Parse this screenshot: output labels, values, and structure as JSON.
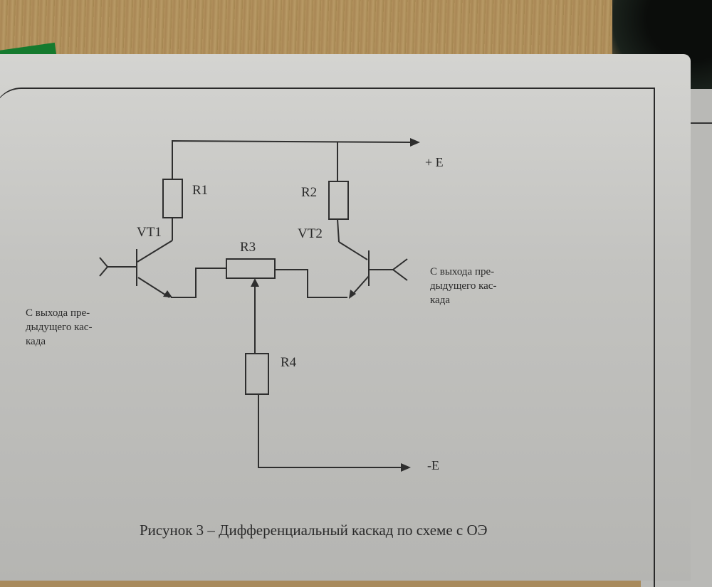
{
  "photo": {
    "background": "wooden-table",
    "colors": {
      "paper": "#c8c8c5",
      "ink": "#2b2b2b",
      "wood": "#a88a5c",
      "folder": "#157a2e"
    }
  },
  "schematic": {
    "components": {
      "r1": "R1",
      "r2": "R2",
      "r3": "R3",
      "r4": "R4",
      "vt1": "VT1",
      "vt2": "VT2"
    },
    "rails": {
      "positive": "+ E",
      "negative": "-E"
    },
    "input_notes": {
      "left": [
        "С выхода пре-",
        "дыдущего кас-",
        "када"
      ],
      "right": [
        "С выхода пре-",
        "дыдущего кас-",
        "када"
      ]
    }
  },
  "caption": "Рисунок 3 – Дифференциальный каскад по схеме с ОЭ"
}
